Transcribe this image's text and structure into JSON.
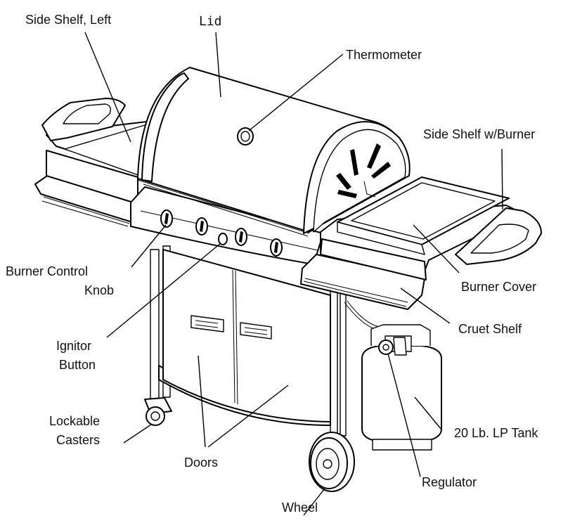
{
  "labels": {
    "side_shelf_left": "Side Shelf, Left",
    "lid": "Lid",
    "thermometer": "Thermometer",
    "side_shelf_burner": "Side Shelf w/Burner",
    "burner_control_1": "Burner Control",
    "burner_control_2": "Knob",
    "burner_cover": "Burner Cover",
    "cruet_shelf": "Cruet Shelf",
    "ignitor_1": "Ignitor",
    "ignitor_2": "Button",
    "lockable_1": "Lockable",
    "lockable_2": "Casters",
    "lp_tank": "20 Lb. LP Tank",
    "doors": "Doors",
    "regulator": "Regulator",
    "wheel": "Wheel"
  }
}
